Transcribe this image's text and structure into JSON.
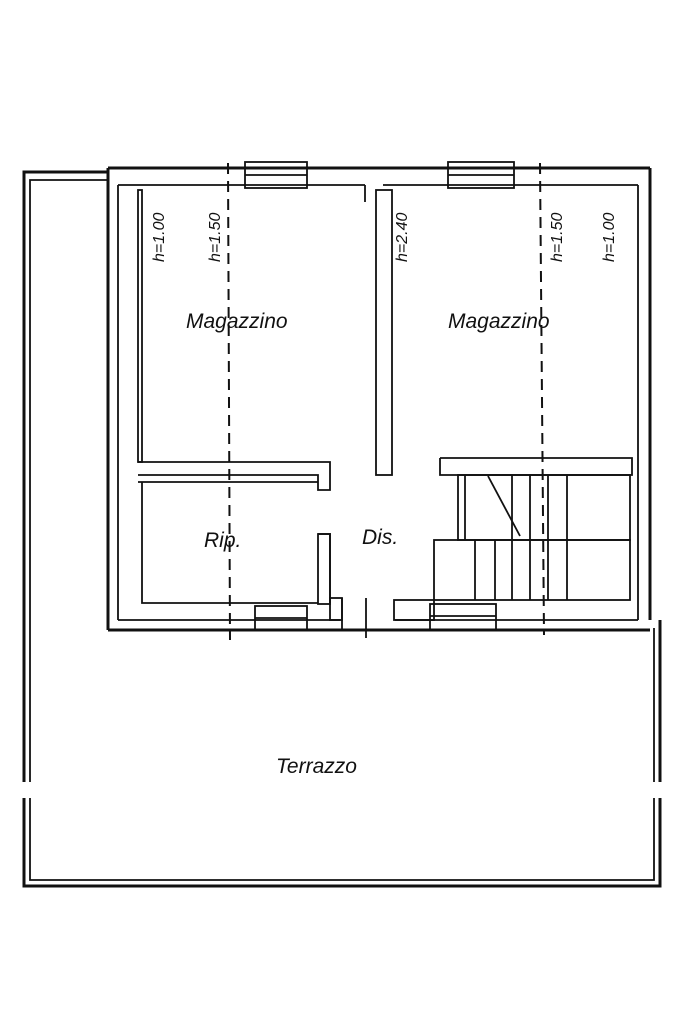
{
  "rooms": {
    "magazzino_left": "Magazzino",
    "magazzino_right": "Magazzino",
    "ripostiglio": "Rip.",
    "disimpegno": "Dis.",
    "terrazzo": "Terrazzo"
  },
  "heights": {
    "left_wall": "h=1.00",
    "left_dashed": "h=1.50",
    "center_wall": "h=2.40",
    "right_dashed": "h=1.50",
    "right_wall": "h=1.00"
  }
}
